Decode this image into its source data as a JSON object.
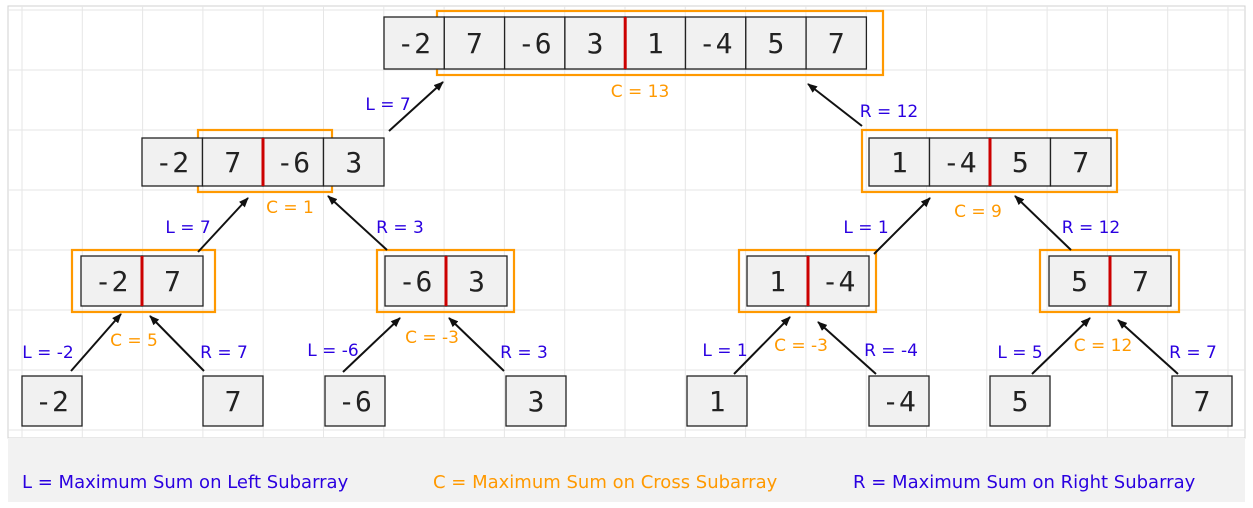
{
  "colors": {
    "left": "#2a00e0",
    "cross": "#ff9900",
    "right": "#2a00e0",
    "split": "#cc0000",
    "cell_fill": "#f1f1f1",
    "cell_stroke": "#222222",
    "grid": "#e6e6e6"
  },
  "nodes": [
    {
      "id": "root",
      "values": [
        "-2",
        "7",
        "-6",
        "3",
        "1",
        "-4",
        "5",
        "7"
      ]
    },
    {
      "id": "left-half",
      "values": [
        "-2",
        "7",
        "-6",
        "3"
      ]
    },
    {
      "id": "right-half",
      "values": [
        "1",
        "-4",
        "5",
        "7"
      ]
    },
    {
      "id": "quarter-1",
      "values": [
        "-2",
        "7"
      ]
    },
    {
      "id": "quarter-2",
      "values": [
        "-6",
        "3"
      ]
    },
    {
      "id": "quarter-3",
      "values": [
        "1",
        "-4"
      ]
    },
    {
      "id": "quarter-4",
      "values": [
        "5",
        "7"
      ]
    },
    {
      "id": "leaf-1",
      "values": [
        "-2"
      ]
    },
    {
      "id": "leaf-2",
      "values": [
        "7"
      ]
    },
    {
      "id": "leaf-3",
      "values": [
        "-6"
      ]
    },
    {
      "id": "leaf-4",
      "values": [
        "3"
      ]
    },
    {
      "id": "leaf-5",
      "values": [
        "1"
      ]
    },
    {
      "id": "leaf-6",
      "values": [
        "-4"
      ]
    },
    {
      "id": "leaf-7",
      "values": [
        "5"
      ]
    },
    {
      "id": "leaf-8",
      "values": [
        "7"
      ]
    }
  ],
  "labels": {
    "root_c": "C = 13",
    "root_l": "L = 7",
    "root_r": "R = 12",
    "lh_c": "C = 1",
    "lh_l": "L = 7",
    "lh_r": "R = 3",
    "rh_c": "C = 9",
    "rh_l": "L = 1",
    "rh_r": "R = 12",
    "q1_c": "C = 5",
    "q1_l": "L = -2",
    "q1_r": "R = 7",
    "q2_c": "C = -3",
    "q2_l": "L = -6",
    "q2_r": "R = 3",
    "q3_c": "C = -3",
    "q3_l": "L = 1",
    "q3_r": "R = -4",
    "q4_c": "C = 12",
    "q4_l": "L = 5",
    "q4_r": "R = 7"
  },
  "legend": {
    "left": "L = Maximum Sum on Left Subarray",
    "cross": "C = Maximum Sum on Cross Subarray",
    "right": "R = Maximum Sum on Right Subarray"
  }
}
